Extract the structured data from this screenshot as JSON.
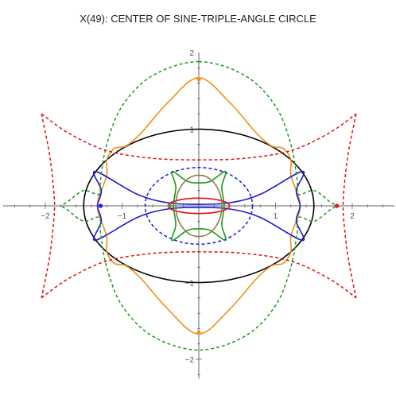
{
  "title": "X(49): CENTER OF SINE-TRIPLE-ANGLE CIRCLE",
  "chart_data": {
    "type": "line",
    "title": "X(49): CENTER OF SINE-TRIPLE-ANGLE CIRCLE",
    "xlabel": "",
    "ylabel": "",
    "xlim": [
      -2.55,
      2.55
    ],
    "ylim": [
      -2.25,
      2.0
    ],
    "x_ticks": [
      -2,
      -1,
      1,
      2
    ],
    "y_ticks": [
      -2,
      -1,
      1,
      2
    ],
    "grid": false,
    "colors": {
      "black": "#000000",
      "orange": "#f0901e",
      "blue": "#1a1ad6",
      "green": "#1a9a1a",
      "red": "#e01010",
      "olive": "#8b7d4a",
      "axes": "#666666"
    },
    "series": [
      {
        "style": "solid",
        "color": "black",
        "kind": "ellipse",
        "points": [
          [
            1.5,
            0
          ],
          [
            1.0,
            0.745
          ],
          [
            0,
            1.0
          ],
          [
            -1.0,
            0.745
          ],
          [
            -1.5,
            0
          ],
          [
            -1.0,
            -0.745
          ],
          [
            0,
            -1.0
          ],
          [
            1.0,
            -0.745
          ]
        ]
      },
      {
        "style": "solid",
        "color": "orange",
        "kind": "closed",
        "points": [
          [
            0,
            1.67
          ],
          [
            0.4,
            1.35
          ],
          [
            0.75,
            0.95
          ],
          [
            0.95,
            0.78
          ],
          [
            1.1,
            0.75
          ],
          [
            1.2,
            0.6
          ],
          [
            1.2,
            0.4
          ],
          [
            1.3,
            0.12
          ],
          [
            1.32,
            0
          ],
          [
            1.3,
            -0.12
          ],
          [
            1.2,
            -0.4
          ],
          [
            1.2,
            -0.6
          ],
          [
            1.1,
            -0.75
          ],
          [
            0.95,
            -0.78
          ],
          [
            0.75,
            -0.95
          ],
          [
            0.4,
            -1.35
          ],
          [
            0,
            -1.67
          ],
          [
            -0.4,
            -1.35
          ],
          [
            -0.75,
            -0.95
          ],
          [
            -0.95,
            -0.78
          ],
          [
            -1.1,
            -0.75
          ],
          [
            -1.2,
            -0.6
          ],
          [
            -1.2,
            -0.4
          ],
          [
            -1.3,
            -0.12
          ],
          [
            -1.32,
            0
          ],
          [
            -1.3,
            0.12
          ],
          [
            -1.2,
            0.4
          ],
          [
            -1.2,
            0.6
          ],
          [
            -1.1,
            0.75
          ],
          [
            -0.95,
            0.78
          ],
          [
            -0.75,
            0.95
          ],
          [
            -0.4,
            1.35
          ]
        ]
      },
      {
        "style": "solid",
        "color": "blue",
        "kind": "closed",
        "points": [
          [
            -1.35,
            0.45
          ],
          [
            -0.8,
            0.15
          ],
          [
            -0.4,
            0.04
          ],
          [
            0,
            0.02
          ],
          [
            0.4,
            0.04
          ],
          [
            0.8,
            0.15
          ],
          [
            1.35,
            0.45
          ],
          [
            1.27,
            0.2
          ],
          [
            1.32,
            0
          ],
          [
            1.27,
            -0.2
          ],
          [
            1.35,
            -0.45
          ],
          [
            0.8,
            -0.15
          ],
          [
            0.4,
            -0.04
          ],
          [
            0,
            -0.02
          ],
          [
            -0.4,
            -0.04
          ],
          [
            -0.8,
            -0.15
          ],
          [
            -1.35,
            -0.45
          ],
          [
            -1.27,
            -0.2
          ],
          [
            -1.32,
            0
          ],
          [
            -1.27,
            0.2
          ]
        ]
      },
      {
        "style": "dashed",
        "color": "blue",
        "kind": "ellipse",
        "points": [
          [
            0.7,
            0
          ],
          [
            0.49,
            0.36
          ],
          [
            0,
            0.5
          ],
          [
            -0.49,
            0.36
          ],
          [
            -0.7,
            0
          ],
          [
            -0.49,
            -0.36
          ],
          [
            0,
            -0.5
          ],
          [
            0.49,
            -0.36
          ]
        ]
      },
      {
        "style": "solid",
        "color": "green",
        "kind": "closed",
        "points": [
          [
            -0.35,
            0.45
          ],
          [
            -0.15,
            0.32
          ],
          [
            0,
            0.3
          ],
          [
            0.15,
            0.32
          ],
          [
            0.35,
            0.45
          ],
          [
            0.3,
            0.25
          ],
          [
            0.33,
            0
          ],
          [
            0.3,
            -0.25
          ],
          [
            0.35,
            -0.45
          ],
          [
            0.15,
            -0.32
          ],
          [
            0,
            -0.3
          ],
          [
            -0.15,
            -0.32
          ],
          [
            -0.35,
            -0.45
          ],
          [
            -0.3,
            -0.25
          ],
          [
            -0.33,
            0
          ],
          [
            -0.3,
            0.25
          ]
        ]
      },
      {
        "style": "dashed",
        "color": "green",
        "kind": "closed",
        "points": [
          [
            0,
            1.88
          ],
          [
            0.6,
            1.7
          ],
          [
            1.0,
            1.3
          ],
          [
            1.2,
            0.8
          ],
          [
            1.28,
            0.35
          ],
          [
            1.3,
            0.15
          ],
          [
            1.5,
            0.2
          ],
          [
            1.7,
            0.06
          ],
          [
            1.78,
            0
          ],
          [
            1.7,
            -0.06
          ],
          [
            1.5,
            -0.2
          ],
          [
            1.3,
            -0.15
          ],
          [
            1.28,
            -0.35
          ],
          [
            1.2,
            -0.8
          ],
          [
            1.0,
            -1.3
          ],
          [
            0.6,
            -1.7
          ],
          [
            0,
            -1.88
          ],
          [
            -0.6,
            -1.7
          ],
          [
            -1.0,
            -1.3
          ],
          [
            -1.2,
            -0.8
          ],
          [
            -1.28,
            -0.35
          ],
          [
            -1.3,
            -0.15
          ],
          [
            -1.5,
            -0.2
          ],
          [
            -1.7,
            -0.06
          ],
          [
            -1.78,
            0
          ],
          [
            -1.7,
            0.06
          ],
          [
            -1.5,
            0.2
          ],
          [
            -1.3,
            0.15
          ],
          [
            -1.28,
            0.35
          ],
          [
            -1.2,
            0.8
          ],
          [
            -1.0,
            1.3
          ],
          [
            -0.6,
            1.7
          ]
        ]
      },
      {
        "style": "dashed",
        "color": "red",
        "kind": "open",
        "points": [
          [
            -2.05,
            1.2
          ],
          [
            -1.7,
            0.95
          ],
          [
            -1.2,
            0.72
          ],
          [
            -0.6,
            0.62
          ],
          [
            0,
            0.6
          ],
          [
            0.6,
            0.62
          ],
          [
            1.2,
            0.72
          ],
          [
            1.7,
            0.95
          ],
          [
            2.05,
            1.2
          ]
        ]
      },
      {
        "style": "dashed",
        "color": "red",
        "kind": "open",
        "points": [
          [
            -2.05,
            -1.2
          ],
          [
            -1.7,
            -0.95
          ],
          [
            -1.2,
            -0.72
          ],
          [
            -0.6,
            -0.62
          ],
          [
            0,
            -0.6
          ],
          [
            0.6,
            -0.62
          ],
          [
            1.2,
            -0.72
          ],
          [
            1.7,
            -0.95
          ],
          [
            2.05,
            -1.2
          ]
        ]
      },
      {
        "style": "dashed",
        "color": "red",
        "kind": "open",
        "points": [
          [
            -2.05,
            1.2
          ],
          [
            -1.95,
            0.7
          ],
          [
            -1.9,
            0.3
          ],
          [
            -1.88,
            0
          ],
          [
            -1.9,
            -0.3
          ],
          [
            -1.95,
            -0.7
          ],
          [
            -2.05,
            -1.2
          ]
        ]
      },
      {
        "style": "dashed",
        "color": "red",
        "kind": "open",
        "points": [
          [
            2.05,
            1.2
          ],
          [
            1.95,
            0.7
          ],
          [
            1.9,
            0.3
          ],
          [
            1.88,
            0
          ],
          [
            1.9,
            -0.3
          ],
          [
            1.95,
            -0.7
          ],
          [
            2.05,
            -1.2
          ]
        ]
      },
      {
        "style": "solid",
        "color": "red",
        "kind": "ellipse",
        "points": [
          [
            0.4,
            0
          ],
          [
            0.28,
            0.07
          ],
          [
            0,
            0.1
          ],
          [
            -0.28,
            0.07
          ],
          [
            -0.4,
            0
          ],
          [
            -0.28,
            -0.07
          ],
          [
            0,
            -0.1
          ],
          [
            0.28,
            -0.07
          ]
        ]
      },
      {
        "style": "solid",
        "color": "olive",
        "kind": "ellipse",
        "points": [
          [
            0.3,
            0
          ],
          [
            0.21,
            0.28
          ],
          [
            0,
            0.4
          ],
          [
            -0.21,
            0.28
          ],
          [
            -0.3,
            0
          ],
          [
            -0.21,
            -0.28
          ],
          [
            0,
            -0.4
          ],
          [
            0.21,
            -0.28
          ]
        ]
      }
    ],
    "markers": [
      {
        "x": 0,
        "y": 1.65,
        "color": "orange"
      },
      {
        "x": 0,
        "y": -1.65,
        "color": "orange"
      },
      {
        "x": -1.28,
        "y": 0,
        "color": "blue"
      },
      {
        "x": 1.8,
        "y": 0,
        "color": "red"
      },
      {
        "x": -0.38,
        "y": 0,
        "color": "olive"
      }
    ]
  }
}
